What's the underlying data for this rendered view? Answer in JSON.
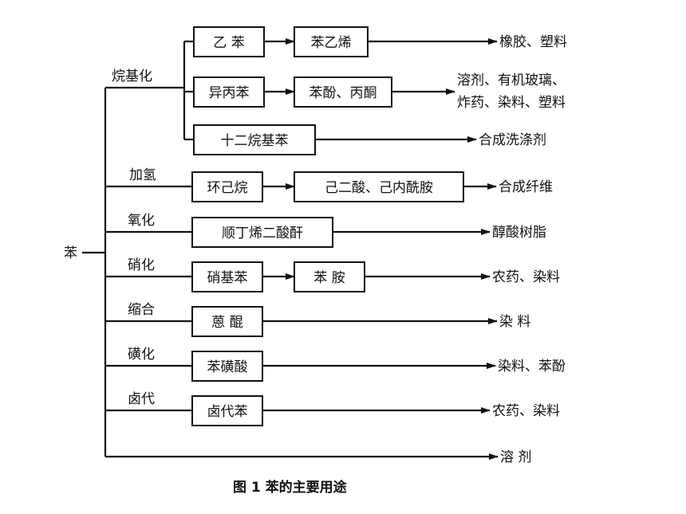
{
  "root_label": "苯",
  "reactions": {
    "alkylation": "烷基化",
    "hydrogenation": "加氢",
    "oxidation": "氧化",
    "nitration": "硝化",
    "condensation": "缩合",
    "sulfonation": "磺化",
    "halogenation": "卤代"
  },
  "boxes": {
    "ethylbenzene": "乙  苯",
    "styrene": "苯乙烯",
    "cumene": "异丙苯",
    "phenol_acetone": "苯酚、丙酮",
    "dodecylbenzene": "十二烷基苯",
    "cyclohexane": "环己烷",
    "adipic_caprolactam": "己二酸、己内酰胺",
    "maleic_anhydride": "顺丁烯二酸酐",
    "nitrobenzene": "硝基苯",
    "aniline": "苯  胺",
    "anthraquinone": "蒽  醌",
    "benzenesulfonic": "苯磺酸",
    "halobenzene": "卤代苯"
  },
  "products": {
    "rubber_plastics": "橡胶、塑料",
    "cumene_line1": "溶剂、有机玻璃、",
    "cumene_line2": "炸药、染料、塑料",
    "detergent": "合成洗涤剂",
    "fiber": "合成纤维",
    "alkyd_resin": "醇酸树脂",
    "pesticide_dye_1": "农药、染料",
    "dye": "染      料",
    "dye_phenol": "染料、苯酚",
    "pesticide_dye_2": "农药、染料",
    "solvent": "溶      剂"
  },
  "caption": "图 1   苯的主要用途"
}
